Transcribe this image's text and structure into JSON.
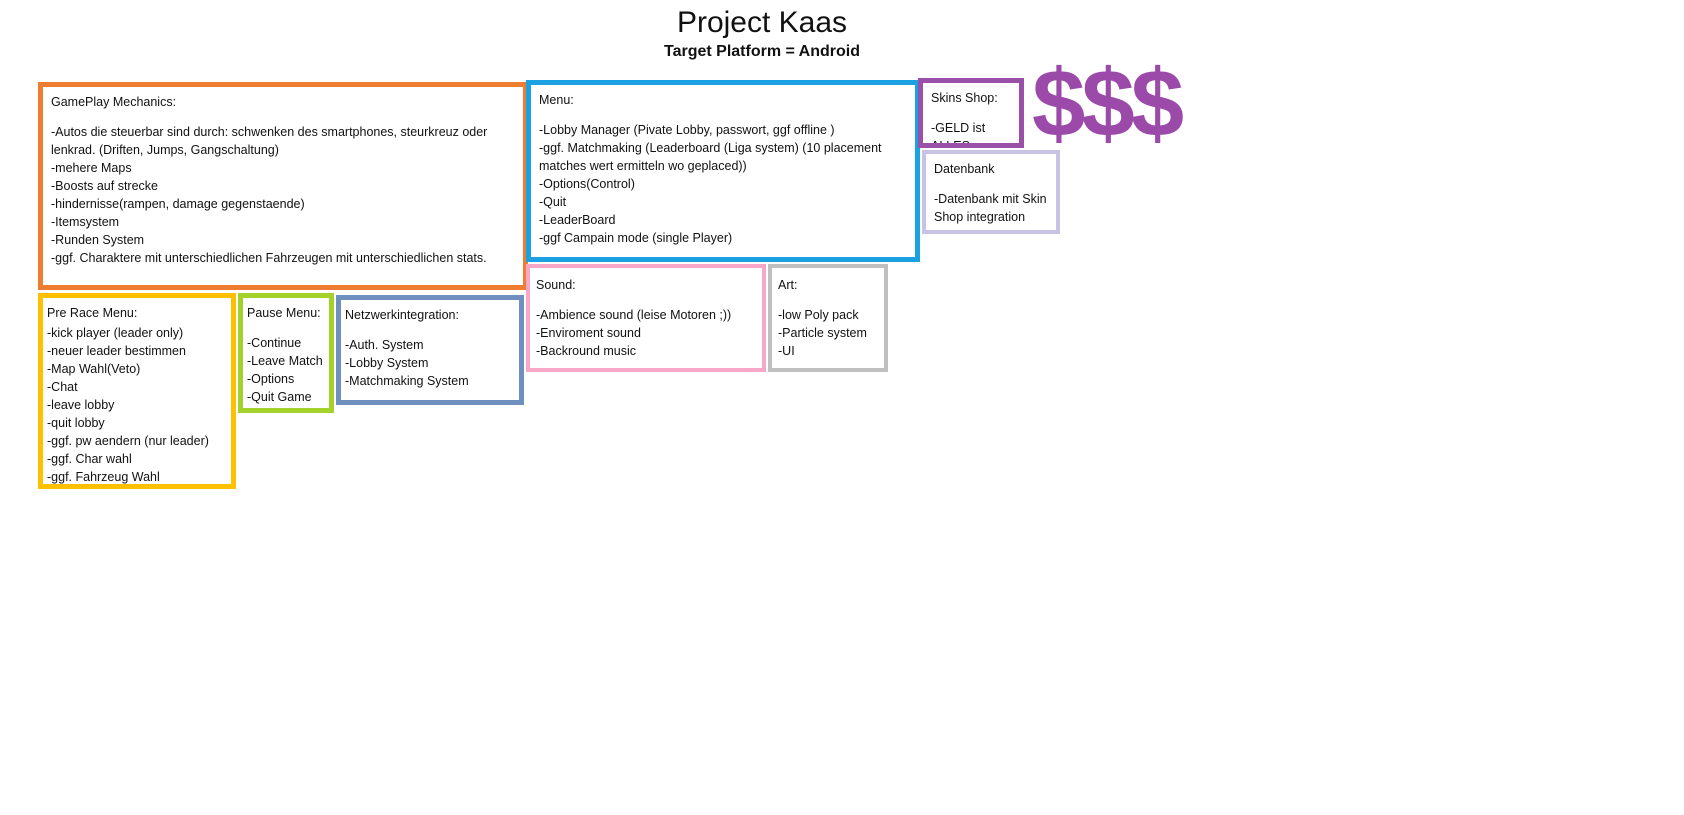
{
  "header": {
    "title": "Project Kaas",
    "subtitle": "Target Platform = Android"
  },
  "gameplay": {
    "heading": "GamePlay Mechanics:",
    "items": [
      "-Autos die steuerbar sind durch: schwenken des smartphones, steurkreuz oder lenkrad. (Driften, Jumps, Gangschaltung)",
      "-mehere Maps",
      "-Boosts auf strecke",
      "-hindernisse(rampen, damage gegenstaende)",
      "-Itemsystem",
      "-Runden System",
      "-ggf. Charaktere mit unterschiedlichen Fahrzeugen mit unterschiedlichen stats."
    ]
  },
  "menu": {
    "heading": "Menu:",
    "items": [
      "-Lobby Manager (Pivate Lobby, passwort, ggf offline )",
      "-ggf. Matchmaking (Leaderboard (Liga system) (10 placement matches wert ermitteln wo geplaced))",
      "-Options(Control)",
      "-Quit",
      "-LeaderBoard",
      "-ggf Campain mode (single Player)"
    ]
  },
  "skins": {
    "heading": "Skins Shop:",
    "items": [
      "-GELD ist ALLES"
    ]
  },
  "dollar": "$$$",
  "datenbank": {
    "heading": "Datenbank",
    "items": [
      "-Datenbank mit Skin Shop integration"
    ]
  },
  "prerace": {
    "heading": "Pre Race Menu:",
    "items": [
      " -kick player (leader only)",
      "-neuer leader bestimmen",
      "-Map Wahl(Veto)",
      "-Chat",
      "-leave lobby",
      "-quit lobby",
      "-ggf. pw aendern (nur leader)",
      "-ggf. Char wahl",
      "-ggf. Fahrzeug Wahl"
    ]
  },
  "pause": {
    "heading": "Pause Menu:",
    "items": [
      "-Continue",
      "-Leave Match",
      "-Options",
      "-Quit Game"
    ]
  },
  "netz": {
    "heading": "Netzwerkintegration:",
    "items": [
      "-Auth. System",
      "-Lobby System",
      "-Matchmaking System"
    ]
  },
  "sound": {
    "heading": "Sound:",
    "items": [
      "-Ambience sound (leise Motoren ;))",
      "-Enviroment sound",
      "-Backround music"
    ]
  },
  "art": {
    "heading": "Art:",
    "items": [
      "-low Poly pack",
      "-Particle system",
      "-UI"
    ]
  },
  "colors": {
    "gameplay": "#ed7d31",
    "menu": "#1ba1e2",
    "skins": "#9a4fa8",
    "dollar": "#9b4aa9",
    "datenbank": "#c9c2e4",
    "prerace": "#ffc000",
    "pause": "#a4d12a",
    "netz": "#6f8fbf",
    "sound": "#f7a8c8",
    "art": "#c0c0c0"
  }
}
